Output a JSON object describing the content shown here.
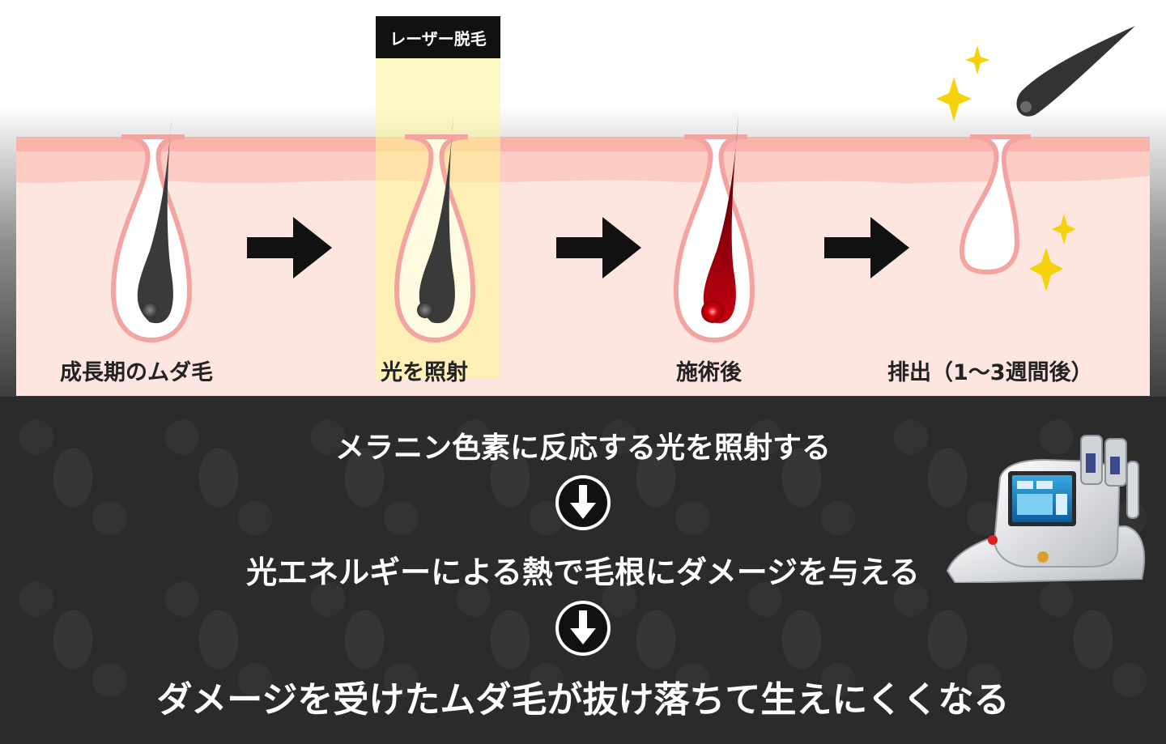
{
  "laser_label": "レーザー脱毛",
  "stages": [
    {
      "label": "成長期のムダ毛",
      "icon": "hair-follicle-icon"
    },
    {
      "label": "光を照射",
      "icon": "hair-follicle-irradiated-icon"
    },
    {
      "label": "施術後",
      "icon": "hair-follicle-heated-icon"
    },
    {
      "label": "排出（1〜3週間後）",
      "icon": "empty-follicle-icon"
    }
  ],
  "steps": [
    "メラニン色素に反応する光を照射する",
    "光エネルギーによる熱で毛根にダメージを与える",
    "ダメージを受けたムダ毛が抜け落ちて生えにくくなる"
  ],
  "colors": {
    "skin_base": "#fde6df",
    "skin_top": "#f8b9b0",
    "follicle_outline": "#f3a3a0",
    "hair": "#3a3a3a",
    "heated_hair": "#b00010",
    "laser_beam": "#fff596",
    "sparkle": "#f5d20a",
    "arrow": "#111111",
    "background_dark": "#2b2b2b"
  }
}
